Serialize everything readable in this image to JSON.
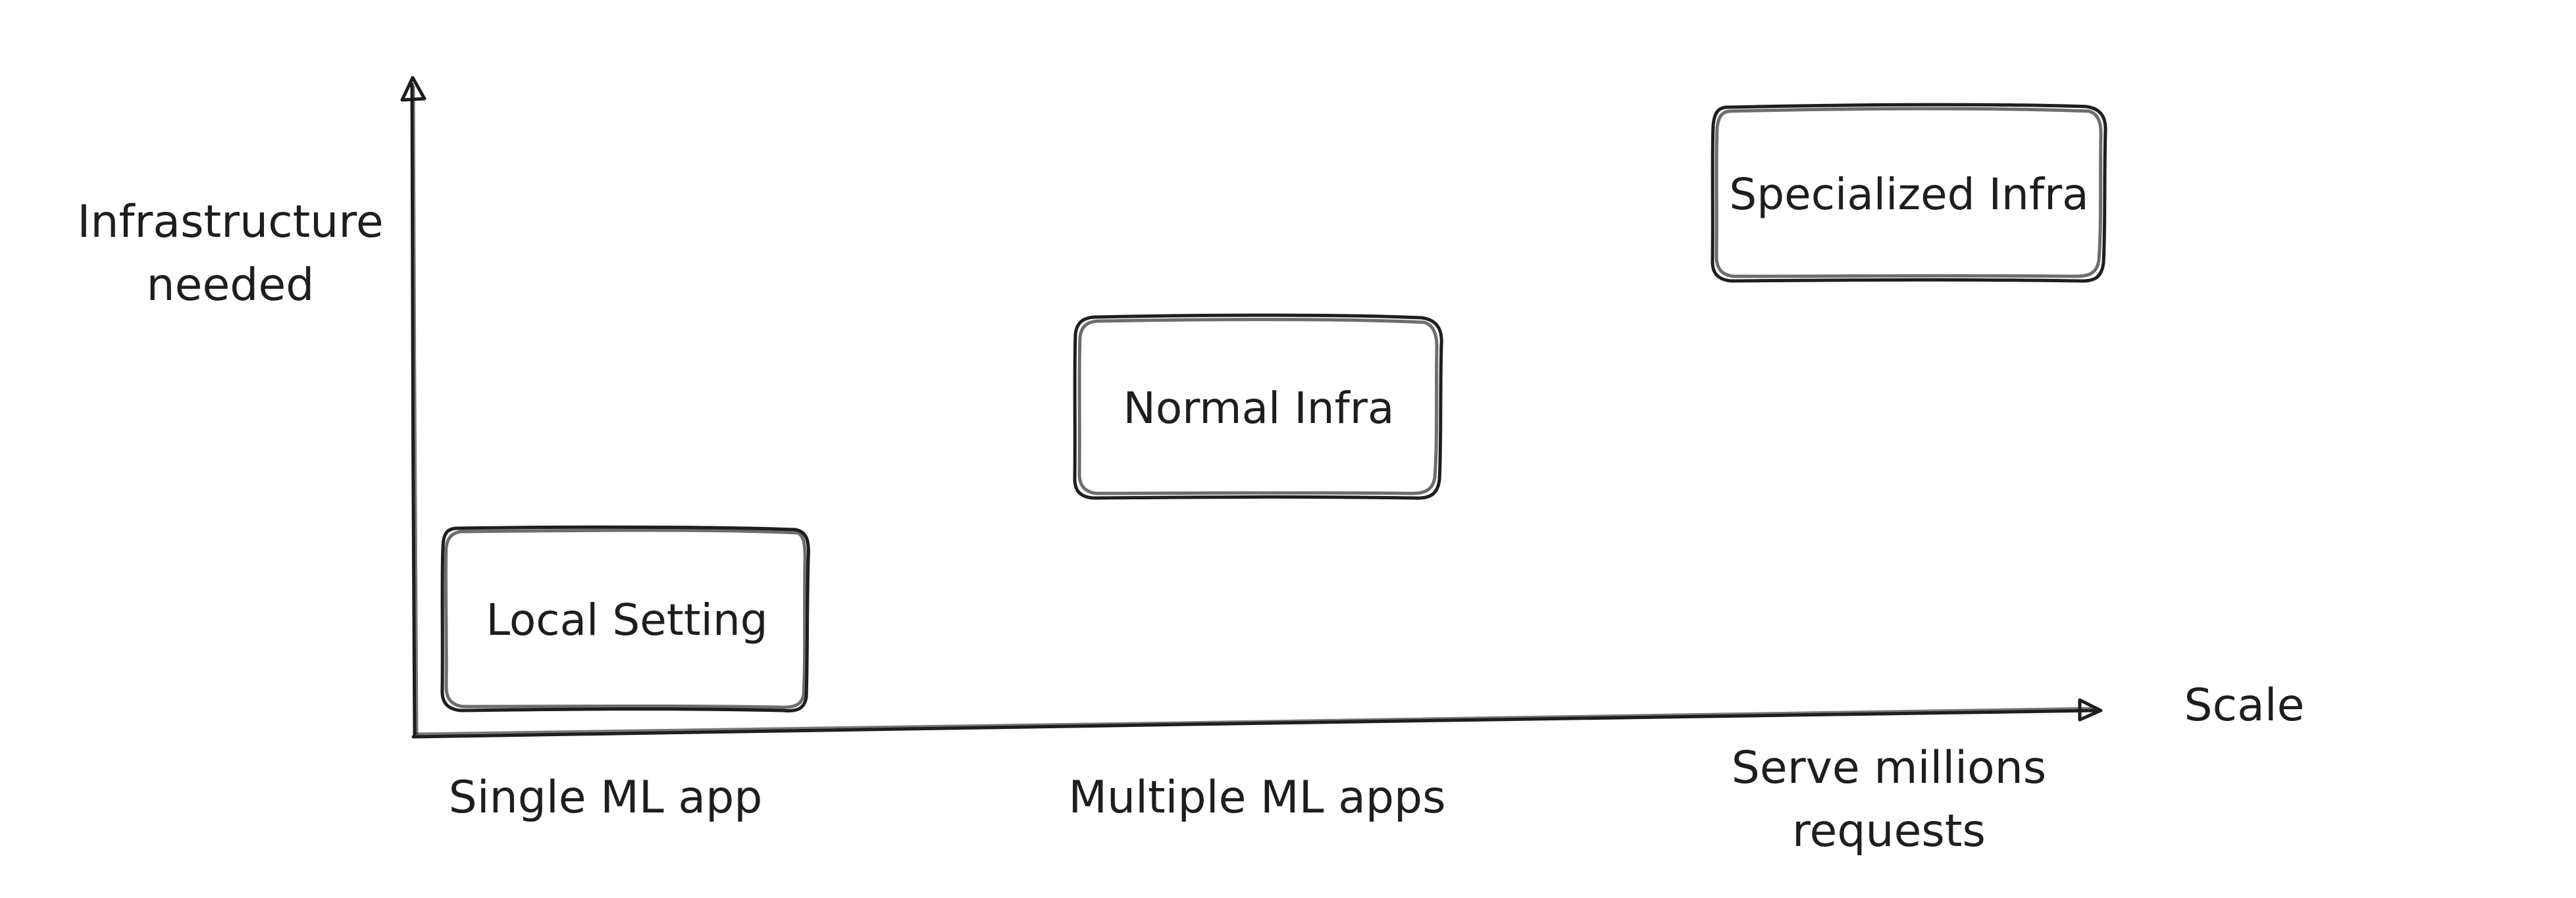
{
  "diagram": {
    "y_axis_label": "Infrastructure\nneeded",
    "x_axis_label": "Scale",
    "x_ticks": [
      {
        "id": "single",
        "label": "Single ML app"
      },
      {
        "id": "multiple",
        "label": "Multiple ML apps"
      },
      {
        "id": "millions",
        "label": "Serve millions\nrequests"
      }
    ],
    "boxes": [
      {
        "id": "local",
        "label": "Local Setting"
      },
      {
        "id": "normal",
        "label": "Normal Infra"
      },
      {
        "id": "specialized",
        "label": "Specialized Infra"
      }
    ],
    "stroke_color": "#1e1e1e",
    "background_color": "#ffffff"
  }
}
